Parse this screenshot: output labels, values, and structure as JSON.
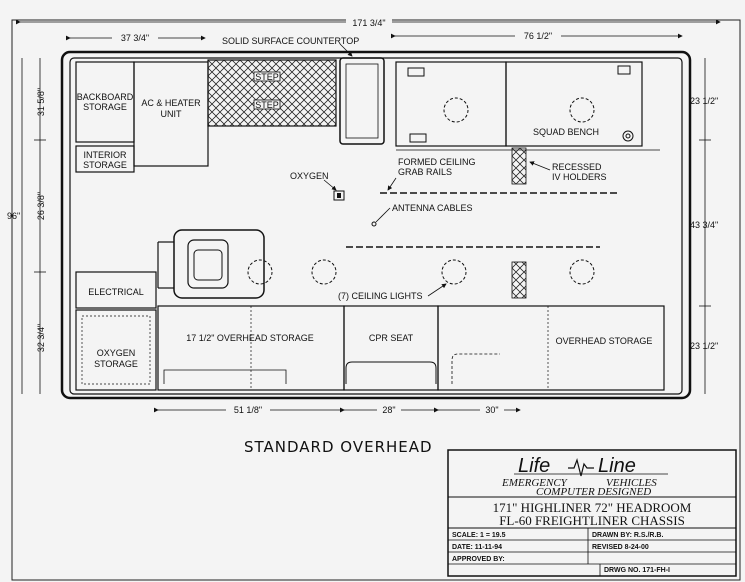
{
  "drawing_title": "STANDARD OVERHEAD",
  "dims": {
    "overall_length": "171 3/4\"",
    "front_section": "37 3/4\"",
    "squad_bench_length": "76 1/2\"",
    "overall_width": "96\"",
    "left_upper": "31 5/8\"",
    "left_middle": "26 3/8\"",
    "left_lower": "32 3/4\"",
    "right_upper": "23 1/2\"",
    "right_middle": "43 3/4\"",
    "right_lower": "23 1/2\"",
    "bottom_overhead_left": "51 1/8\"",
    "bottom_cpr": "28\"",
    "bottom_right": "30\""
  },
  "labels": {
    "backboard_1": "BACKBOARD",
    "backboard_2": "STORAGE",
    "interior_1": "INTERIOR",
    "interior_2": "STORAGE",
    "ac_1": "AC & HEATER",
    "ac_2": "UNIT",
    "step_1": "STEP",
    "step_2": "STEP",
    "countertop": "SOLID SURFACE COUNTERTOP",
    "squad_bench": "SQUAD BENCH",
    "iv_1": "RECESSED",
    "iv_2": "IV HOLDERS",
    "rails_1": "FORMED CEILING",
    "rails_2": "GRAB RAILS",
    "oxygen_outlet": "OXYGEN",
    "antenna": "ANTENNA CABLES",
    "ceiling_lights": "(7) CEILING LIGHTS",
    "electrical": "ELECTRICAL",
    "oxygen_storage_1": "OXYGEN",
    "oxygen_storage_2": "STORAGE",
    "overhead_left": "17 1/2\" OVERHEAD STORAGE",
    "cpr_seat": "CPR SEAT",
    "overhead_right": "OVERHEAD STORAGE"
  },
  "title_block": {
    "brand_1": "Life",
    "brand_2": "Line",
    "brand_3": "EMERGENCY",
    "brand_4": "VEHICLES",
    "brand_5": "COMPUTER DESIGNED",
    "model_line_1": "171\" HIGHLINER 72\" HEADROOM",
    "model_line_2": "FL-60 FREIGHTLINER CHASSIS",
    "scale": "SCALE: 1 = 19.5",
    "drawn_by": "DRAWN BY: R.S./R.B.",
    "date": "DATE: 11-11-94",
    "revised": "REVISED 8-24-00",
    "approved_by": "APPROVED BY:",
    "drawing_number": "DRWG NO. 171-FH-I"
  }
}
